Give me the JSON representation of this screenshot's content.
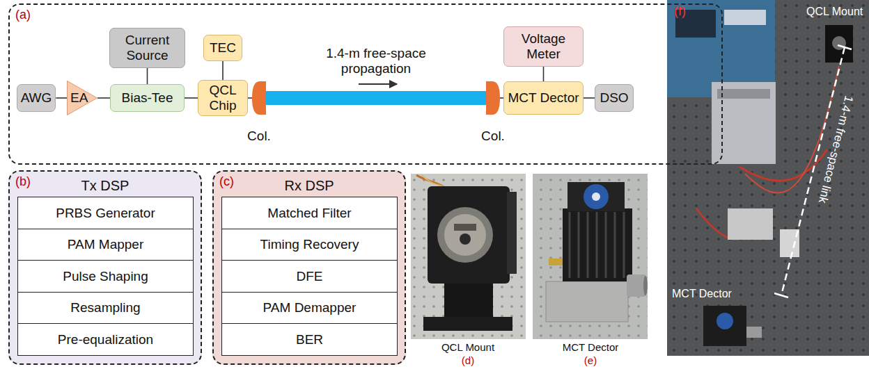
{
  "diagram": {
    "nodes": [
      {
        "text": [
          "(a)"
        ]
      },
      {
        "text": [
          "AWG"
        ],
        "in": 0
      },
      {
        "text": [
          "EA"
        ],
        "in": 0
      },
      {
        "text": [
          "Current Source"
        ],
        "in": 0
      },
      {
        "text": [
          "Bias-Tee"
        ],
        "in": 0
      },
      {
        "text": [
          "TEC"
        ],
        "in": 0
      },
      {
        "text": [
          "QCL Chip"
        ],
        "in": 0
      },
      {
        "text": [
          "Col."
        ],
        "in": 0
      },
      {
        "text": [
          "Col."
        ],
        "in": 0
      },
      {
        "text": [
          "Voltage Meter"
        ],
        "in": 0
      },
      {
        "text": [
          "MCT Dector"
        ],
        "in": 0
      },
      {
        "text": [
          "DSO"
        ],
        "in": 0
      },
      {
        "text": [
          "(b)",
          "Tx DSP"
        ]
      },
      {
        "text": [
          "PRBS Generator"
        ],
        "in": 12
      },
      {
        "text": [
          "PAM Mapper"
        ],
        "in": 12
      },
      {
        "text": [
          "Pulse Shaping"
        ],
        "in": 12
      },
      {
        "text": [
          "Resampling"
        ],
        "in": 12
      },
      {
        "text": [
          "Pre-equalization"
        ],
        "in": 12
      },
      {
        "text": [
          "(c)",
          "Rx DSP"
        ]
      },
      {
        "text": [
          "Matched Filter"
        ],
        "in": 18
      },
      {
        "text": [
          "Timing Recovery"
        ],
        "in": 18
      },
      {
        "text": [
          "DFE"
        ],
        "in": 18
      },
      {
        "text": [
          "PAM Demapper"
        ],
        "in": 18
      },
      {
        "text": [
          "BER"
        ],
        "in": 18
      }
    ],
    "edges": [
      {
        "from": 1,
        "to": 2,
        "arrow": "none"
      },
      {
        "from": 2,
        "to": 4,
        "arrow": "none"
      },
      {
        "from": 3,
        "to": 4,
        "arrow": "none"
      },
      {
        "from": 4,
        "to": 6,
        "arrow": "none"
      },
      {
        "from": 5,
        "to": 6,
        "arrow": "none"
      },
      {
        "from": 6,
        "to": 7,
        "arrow": "none"
      },
      {
        "from": 7,
        "to": 8,
        "arrow": "none"
      },
      {
        "from": 8,
        "to": 10,
        "arrow": "none"
      },
      {
        "from": 9,
        "to": 10,
        "arrow": "none"
      },
      {
        "from": 10,
        "to": 11,
        "arrow": "none"
      }
    ],
    "labels": [
      "1.4-m free-space propagation",
      "QCL Mount",
      "(d)",
      "MCT Dector",
      "(e)",
      "(f)",
      "QCL Mount",
      "1.4-m free-space link",
      "MCT Dector"
    ]
  }
}
